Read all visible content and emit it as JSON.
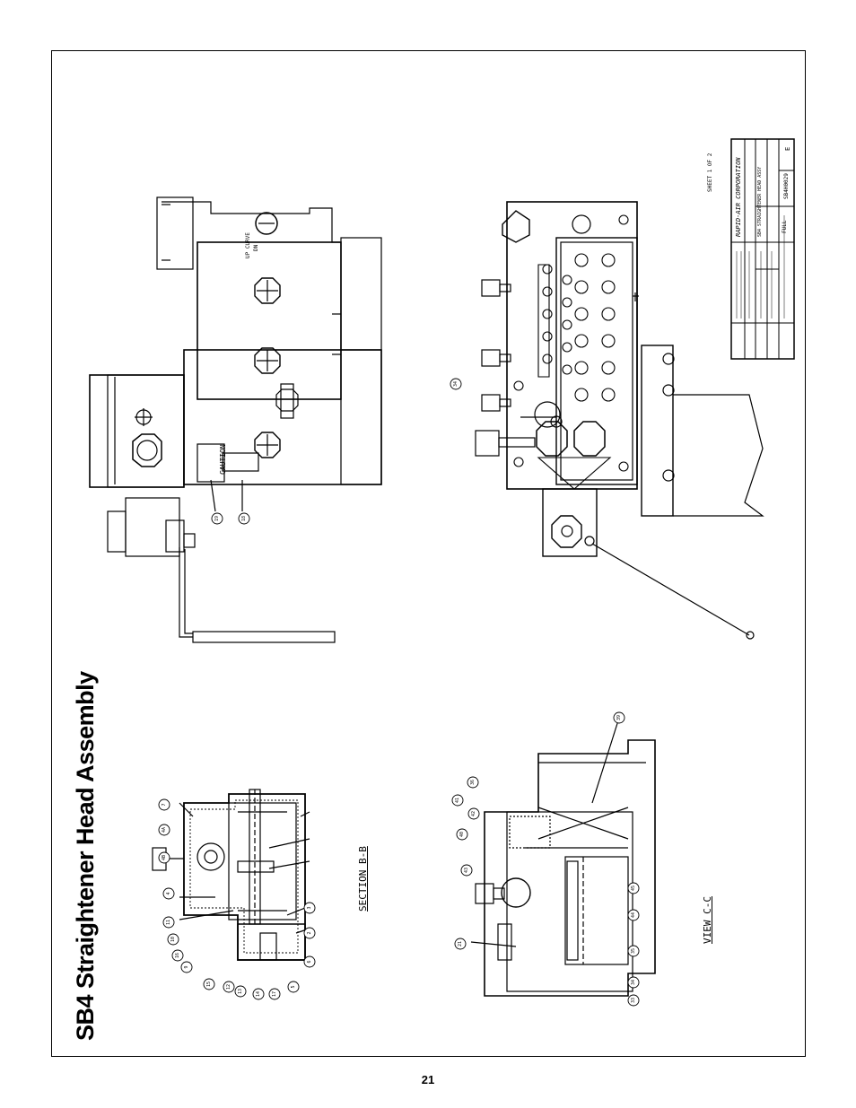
{
  "page": {
    "title": "SB4 Straightener Head Assembly",
    "page_number": "21"
  },
  "views": {
    "section_b": "SECTION B-B",
    "view_c": "VIEW C-C"
  },
  "labels": {
    "caution": "CAUTION",
    "up_curve": "UP CURVE",
    "dn": "DN"
  },
  "title_block": {
    "sheet": "SHEET 1 OF 2",
    "company": "RAPID-AIR CORPORATION",
    "drawing_title": "SB4 STRAIGHTENER HEAD ASSY",
    "scale": "FULL",
    "rev": "E",
    "drawing_number": "SB4H0029"
  },
  "balloons_section_b": [
    "7",
    "4A",
    "4B",
    "4",
    "11",
    "10",
    "16",
    "9",
    "15",
    "12",
    "13",
    "14",
    "17",
    "5",
    "6",
    "2",
    "3"
  ],
  "balloons_view_c": [
    "39",
    "36",
    "41",
    "42",
    "40",
    "43",
    "21",
    "45",
    "44",
    "35",
    "34",
    "33"
  ],
  "balloons_right": [
    "34",
    "19",
    "18"
  ]
}
